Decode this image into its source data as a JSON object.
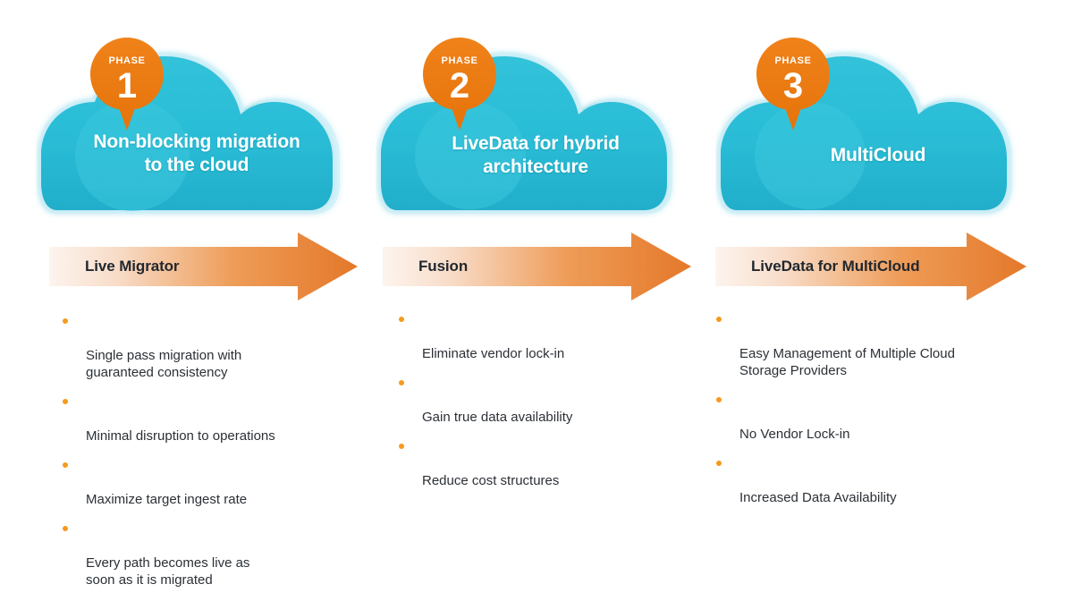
{
  "meta": {
    "palette": {
      "cloud_fill": "#2ABCD6",
      "cloud_fill_dark": "#22AFCB",
      "cloud_highlight": "#39C6DC",
      "cloud_glow": "#BCEAF5",
      "badge_orange": "#EE7D11",
      "badge_orange_dark": "#E0700A",
      "arrow_orange": "#E97B27",
      "arrow_light": "#FAEAE0",
      "bullet_dot": "#F59A1E",
      "body_text": "#2B3036",
      "label_text": "#22272E",
      "background": "#FFFFFF"
    }
  },
  "phases": [
    {
      "badge": {
        "label": "PHASE",
        "number": "1",
        "icon": "phase-pin-icon"
      },
      "cloud_title": "Non-blocking migration\nto the cloud",
      "arrow_label": "Live Migrator",
      "bullets": [
        "Single pass migration with\nguaranteed consistency",
        "Minimal disruption to operations",
        "Maximize target ingest rate",
        "Every path becomes live as\nsoon as it is migrated"
      ]
    },
    {
      "badge": {
        "label": "PHASE",
        "number": "2",
        "icon": "phase-pin-icon"
      },
      "cloud_title": "LiveData for hybrid\narchitecture",
      "arrow_label": "Fusion",
      "bullets": [
        "Eliminate vendor lock-in",
        "Gain true data availability",
        "Reduce cost structures"
      ]
    },
    {
      "badge": {
        "label": "PHASE",
        "number": "3",
        "icon": "phase-pin-icon"
      },
      "cloud_title": "MultiCloud",
      "arrow_label": "LiveData for MultiCloud",
      "bullets": [
        "Easy Management of Multiple Cloud\nStorage Providers",
        "No Vendor Lock-in",
        "Increased Data Availability"
      ]
    }
  ]
}
